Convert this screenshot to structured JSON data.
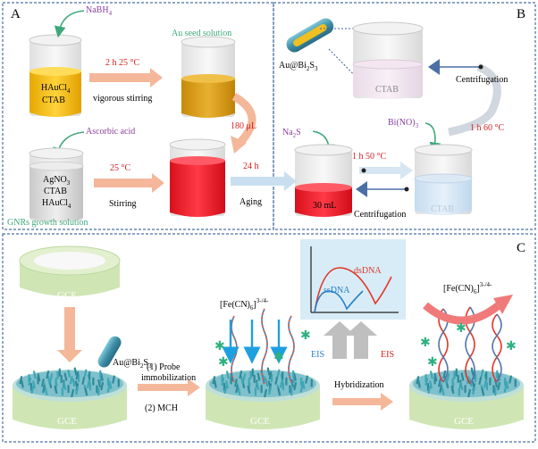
{
  "panels": {
    "A": {
      "label": "A",
      "reagent_top": "NaBH",
      "reagent_top_sub": "4",
      "beaker1_lines": [
        "HAuCl",
        "CTAB"
      ],
      "beaker1_sub": "4",
      "arrow1_top": "2 h  25 °C",
      "arrow1_bottom": "vigorous stirring",
      "seed_title": "Au seed solution",
      "seed_volume": "180 μL",
      "reagent_mid": "Ascorbic acid",
      "beaker2_lines": [
        "AgNO",
        "CTAB",
        "HAuCl"
      ],
      "beaker2_subs": [
        "3",
        "4"
      ],
      "arrow2_top": "25 °C",
      "arrow2_bottom": "Stirring",
      "arrow3_top": "24 h",
      "arrow3_bottom": "Aging",
      "growth_label": "GNRs growth solution"
    },
    "B": {
      "label": "B",
      "product": "Au@Bi",
      "product_sub1": "2",
      "product_mid": "S",
      "product_sub2": "3",
      "ctab_top": "CTAB",
      "centrifugation_top": "Centrifugation",
      "bi_reagent": "Bi(NO)",
      "bi_sub": "3",
      "arrow_right": "1 h  60 °C",
      "na2s": "Na",
      "na2s_sub": "2",
      "na2s_end": "S",
      "arrow_mid": "1 h  50 °C",
      "beaker_vol": "30 mL",
      "centrifugation_bottom": "Centrifugation",
      "ctab_bottom": "CTAB"
    },
    "C": {
      "label": "C",
      "gce1": "GCE",
      "gce2": "GCE",
      "gce3": "GCE",
      "gce4": "GCE",
      "material": "Au@Bi",
      "material_sub1": "2",
      "material_mid": "S",
      "material_sub2": "3",
      "step1_line1": "(1) Probe",
      "step1_line2": "immobilization",
      "step2": "(2) MCH",
      "probe_left": "[Fe(CN)",
      "probe_left_sub": "6",
      "probe_left_sup": "3-/4-",
      "probe_right": "[Fe(CN)",
      "probe_right_sub": "6",
      "probe_right_sup": "3-/4-",
      "eis_left": "EIS",
      "eis_right": "EIS",
      "hybridization": "Hybridization",
      "curve_ss": "ssDNA",
      "curve_ds": "dsDNA"
    }
  },
  "colors": {
    "panel_border": "#4a6fa5",
    "arrow_salmon": "#f4b79a",
    "red_text": "#d42020",
    "green_text": "#3ea87a",
    "purple_text": "#8a3fa0",
    "gce_green": "#cfe6b4",
    "eis_bg": "#d7ecf6"
  }
}
